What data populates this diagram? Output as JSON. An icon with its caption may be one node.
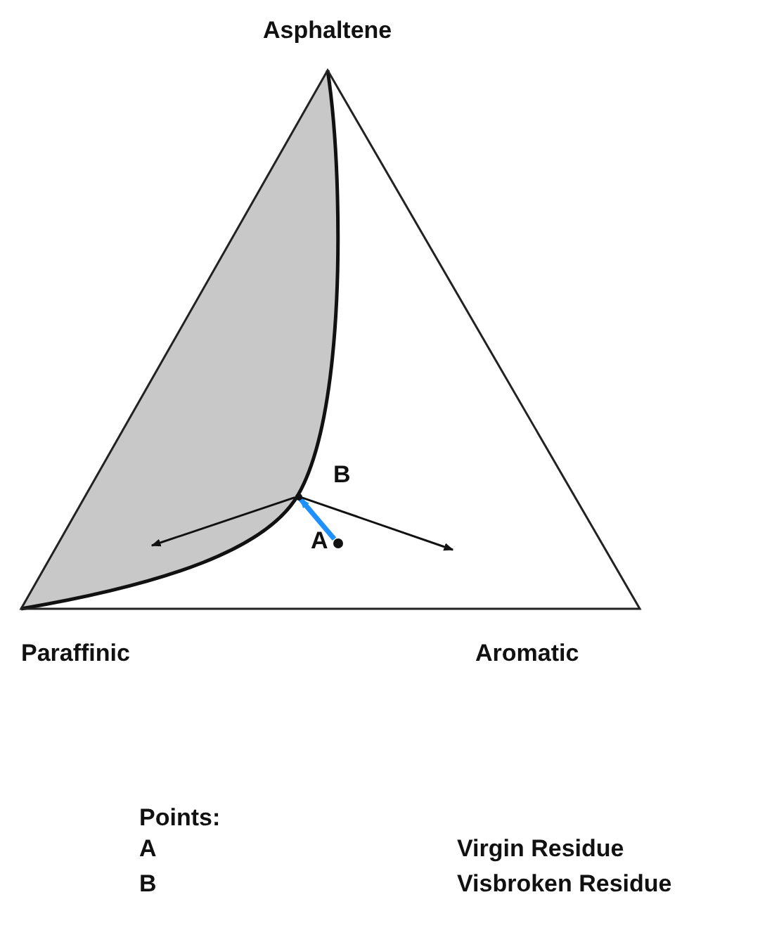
{
  "diagram": {
    "nodes": [
      {
        "text": [],
        "shape": "circle",
        "beside": [
          "A"
        ]
      },
      {
        "text": [],
        "shape": "circle",
        "beside": [
          "B"
        ]
      }
    ],
    "edges": [
      {
        "from": 0,
        "to": 1,
        "arrow": "to",
        "style": "thick",
        "color": "#1e90ff"
      },
      {
        "from": 1,
        "to": null,
        "arrow": "to"
      },
      {
        "from": 1,
        "to": null,
        "arrow": "to"
      }
    ],
    "labels": [
      "Asphaltene",
      "Paraffinic",
      "Aromatic",
      "Points:",
      "A",
      "Virgin Residue",
      "B",
      "Visbroken Residue"
    ]
  }
}
